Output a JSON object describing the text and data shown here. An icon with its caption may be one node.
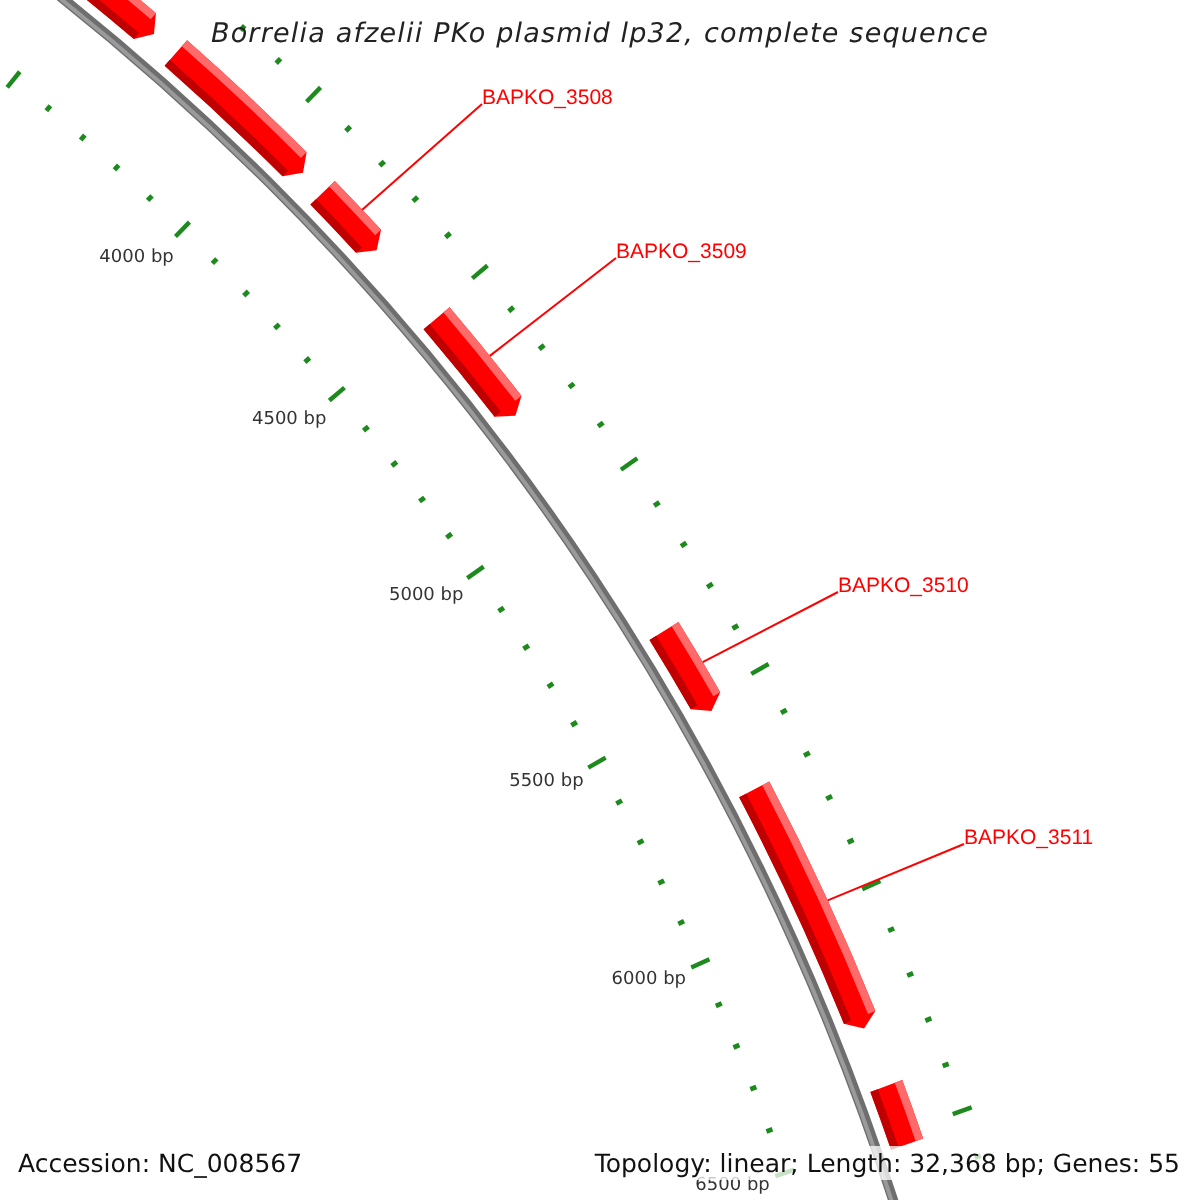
{
  "diagram": {
    "title": "Borrelia afzelii PKo plasmid lp32, complete sequence",
    "nodes": [
      {
        "text": [],
        "shape": "arrow"
      },
      {
        "text": [],
        "shape": "arrow"
      },
      {
        "text": [],
        "shape": "arrow"
      },
      {
        "text": [],
        "shape": "arrow"
      },
      {
        "text": [],
        "shape": "arrow"
      },
      {
        "text": [],
        "shape": "arrow"
      },
      {
        "text": [],
        "shape": "arrow"
      },
      {
        "text": [
          "BAPKO_3508"
        ]
      },
      {
        "text": [
          "BAPKO_3509"
        ]
      },
      {
        "text": [
          "BAPKO_3510"
        ]
      },
      {
        "text": [
          "BAPKO_3511"
        ]
      }
    ],
    "edges": [
      {
        "from": 7,
        "to": 2,
        "arrow": "none"
      },
      {
        "from": 8,
        "to": 3,
        "arrow": "none"
      },
      {
        "from": 9,
        "to": 4,
        "arrow": "none"
      },
      {
        "from": 10,
        "to": 5,
        "arrow": "none"
      }
    ],
    "labels": [
      "4000 bp",
      "4500 bp",
      "5000 bp",
      "5500 bp",
      "6000 bp",
      "6500 bp",
      "Accession: NC_008567",
      "Topology: linear; Length: 32,368 bp; Genes: 55"
    ]
  }
}
